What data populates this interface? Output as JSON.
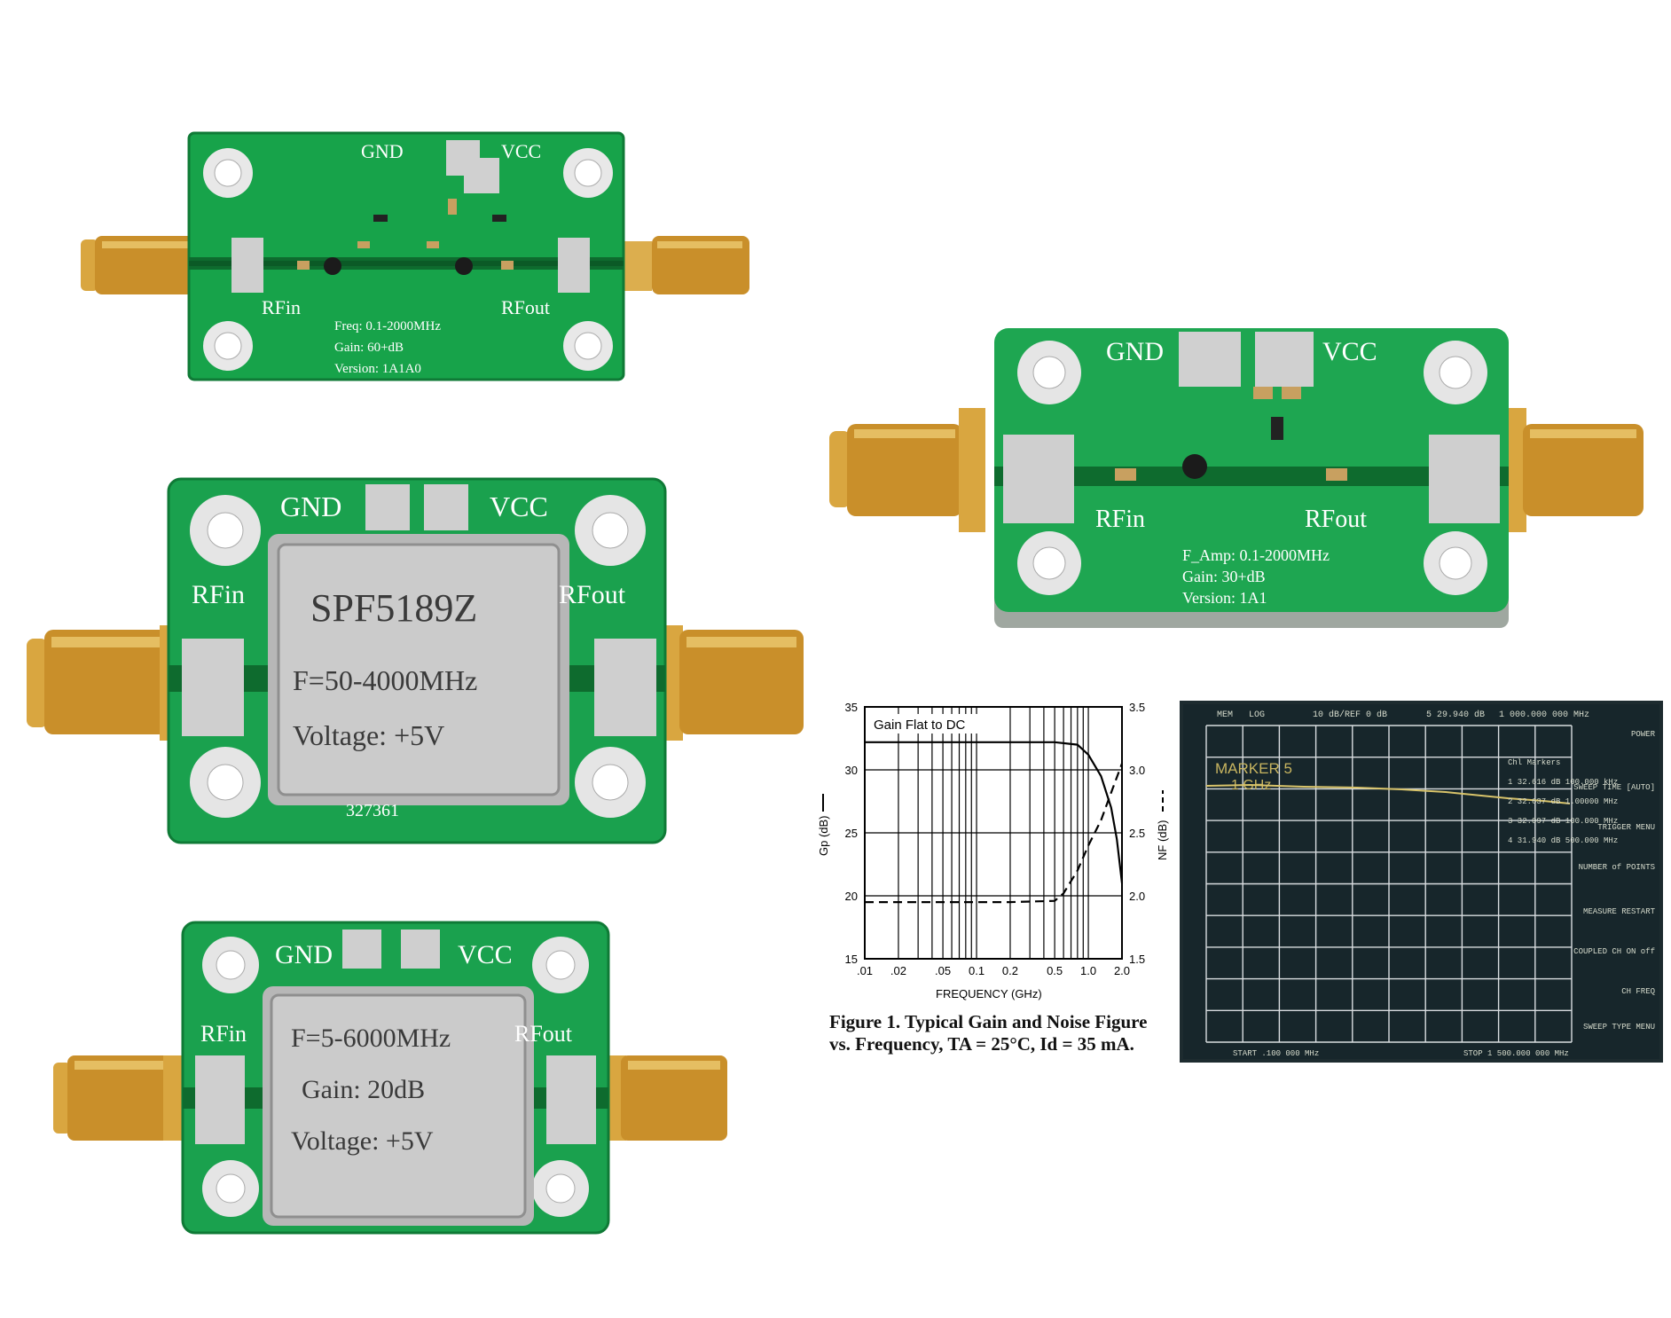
{
  "boards": {
    "board1": {
      "gnd": "GND",
      "vcc": "VCC",
      "rfin": "RFin",
      "rfout": "RFout",
      "freq": "Freq: 0.1-2000MHz",
      "gain": "Gain: 60+dB",
      "version": "Version: 1A1A0"
    },
    "board2": {
      "gnd": "GND",
      "vcc": "VCC",
      "rfin": "RFin",
      "rfout": "RFout",
      "chip": "SPF5189Z",
      "freq": "F=50-4000MHz",
      "voltage": "Voltage: +5V",
      "serial": "327361"
    },
    "board3": {
      "gnd": "GND",
      "vcc": "VCC",
      "rfin": "RFin",
      "rfout": "RFout",
      "freq": "F=5-6000MHz",
      "gain": "Gain: 20dB",
      "voltage": "Voltage: +5V"
    },
    "board4": {
      "gnd": "GND",
      "vcc": "VCC",
      "rfin": "RFin",
      "rfout": "RFout",
      "freq": "F_Amp: 0.1-2000MHz",
      "gain": "Gain: 30+dB",
      "version": "Version: 1A1"
    }
  },
  "figure": {
    "annotation": "Gain Flat to DC",
    "xlabel": "FREQUENCY (GHz)",
    "ylabel_left": "Gp (dB)",
    "ylabel_right": "NF (dB)",
    "left_ticks": [
      "35",
      "30",
      "25",
      "20",
      "15"
    ],
    "right_ticks": [
      "3.5",
      "3.0",
      "2.5",
      "2.0",
      "1.5"
    ],
    "x_ticks": [
      ".01",
      ".02",
      ".05",
      "0.1",
      "0.2",
      "0.5",
      "1.0",
      "2.0"
    ],
    "caption_line1": "Figure 1.  Typical Gain and Noise Figure",
    "caption_line2": "vs. Frequency, TA = 25°C, Id = 35 mA."
  },
  "chart_data": {
    "type": "line",
    "xscale": "log",
    "xlabel": "FREQUENCY (GHz)",
    "xlim": [
      0.01,
      2.0
    ],
    "ylim_left": [
      15,
      35
    ],
    "ylim_right": [
      1.5,
      3.5
    ],
    "series": [
      {
        "axis": "left",
        "style": "solid",
        "x": [
          0.01,
          0.02,
          0.05,
          0.1,
          0.2,
          0.5,
          0.8,
          1.0,
          1.3,
          1.6,
          1.8,
          2.0
        ],
        "y": [
          32.2,
          32.2,
          32.2,
          32.2,
          32.2,
          32.2,
          32.0,
          31.2,
          29.5,
          27.0,
          24.5,
          21.0
        ]
      },
      {
        "axis": "right",
        "style": "dashed",
        "x": [
          0.01,
          0.02,
          0.05,
          0.1,
          0.2,
          0.5,
          0.6,
          0.8,
          1.0,
          1.3,
          1.6,
          2.0
        ],
        "y": [
          1.95,
          1.95,
          1.95,
          1.95,
          1.95,
          1.96,
          2.02,
          2.2,
          2.4,
          2.6,
          2.82,
          3.05
        ]
      }
    ]
  },
  "scope": {
    "marker_label": "MARKER 5",
    "marker_freq": "1 GHz",
    "top_left": [
      "MEM",
      "LOG"
    ],
    "scale": "10 dB/REF 0 dB",
    "top_marker": "5 29.940 dB",
    "top_freq": "1 000.000 000 MHz",
    "menu": [
      "POWER",
      "SWEEP TIME [AUTO]",
      "TRIGGER MENU",
      "NUMBER of POINTS",
      "MEASURE RESTART",
      "COUPLED CH ON off",
      "CH FREQ",
      "SWEEP TYPE MENU"
    ],
    "readouts": [
      "Chl Markers",
      "1 32.616 dB  100.000 kHz",
      "2 32.637 dB  1.00000 MHz",
      "3 32.097 dB  100.000 MHz",
      "4 31.940 dB  500.000 MHz"
    ],
    "start": "START  .100 000 MHz",
    "stop": "STOP 1 500.000 000 MHz"
  }
}
